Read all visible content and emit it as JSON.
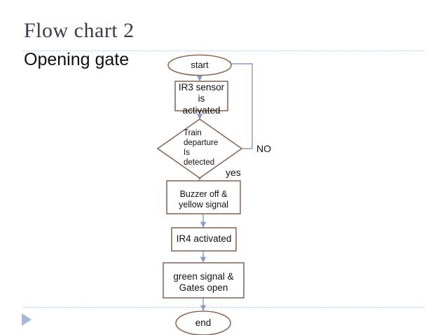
{
  "slide": {
    "title": "Flow chart 2",
    "subtitle": "Opening gate"
  },
  "theme": {
    "shape_stroke": "#8a6a5a",
    "connector_stroke": "#8a9ac4",
    "rule_color": "#b9c2dc",
    "title_color": "#3b3c4c",
    "text_color": "#111111",
    "marker_color": "#a8b8d8",
    "background": "#ffffff"
  },
  "flowchart": {
    "nodes": [
      {
        "id": "start",
        "shape": "ellipse",
        "label": "start"
      },
      {
        "id": "ir3",
        "shape": "process",
        "label": "IR3 sensor\nis\nactivated"
      },
      {
        "id": "decide",
        "shape": "decision",
        "label": "Train\ndeparture\nIs\ndetected"
      },
      {
        "id": "buzzer",
        "shape": "process",
        "label": "Buzzer  off &\nyellow signal"
      },
      {
        "id": "ir4",
        "shape": "process",
        "label": "IR4 activated"
      },
      {
        "id": "gates",
        "shape": "process",
        "label": "green signal &\nGates open"
      },
      {
        "id": "end",
        "shape": "ellipse",
        "label": "end"
      }
    ],
    "edges": [
      {
        "from": "start",
        "to": "ir3",
        "label": ""
      },
      {
        "from": "ir3",
        "to": "decide",
        "label": ""
      },
      {
        "from": "decide",
        "to": "start",
        "label": "NO"
      },
      {
        "from": "decide",
        "to": "buzzer",
        "label": "yes"
      },
      {
        "from": "buzzer",
        "to": "ir4",
        "label": ""
      },
      {
        "from": "ir4",
        "to": "gates",
        "label": ""
      },
      {
        "from": "gates",
        "to": "end",
        "label": ""
      }
    ],
    "labels": {
      "no": "NO",
      "yes": "yes"
    }
  },
  "icons": {
    "play_marker": "play-triangle-icon"
  }
}
